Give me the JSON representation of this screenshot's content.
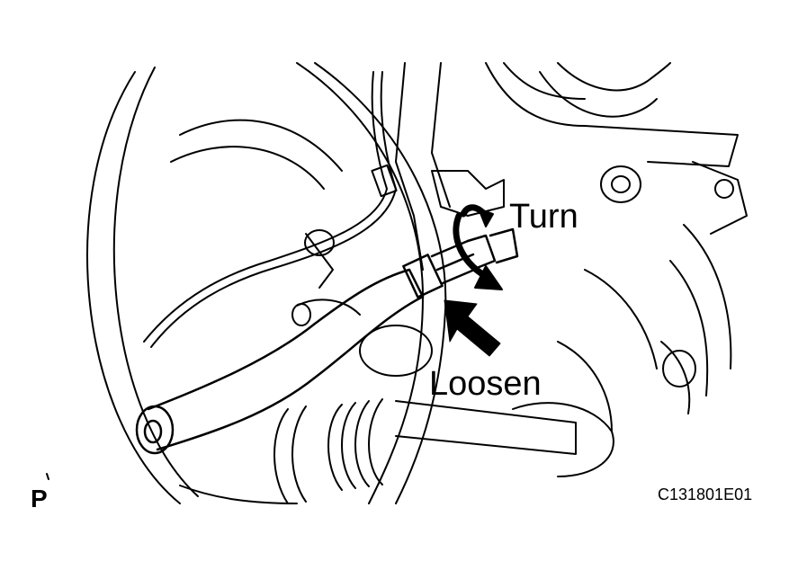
{
  "labels": {
    "turn": "Turn",
    "loosen": "Loosen",
    "corner_mark": "P",
    "figure_id": "C131801E01"
  },
  "colors": {
    "line": "#000000",
    "background": "#ffffff"
  },
  "icons": {
    "turn_arrow": "curved-rotation-arrow-icon",
    "loosen_arrow": "straight-push-arrow-icon"
  }
}
